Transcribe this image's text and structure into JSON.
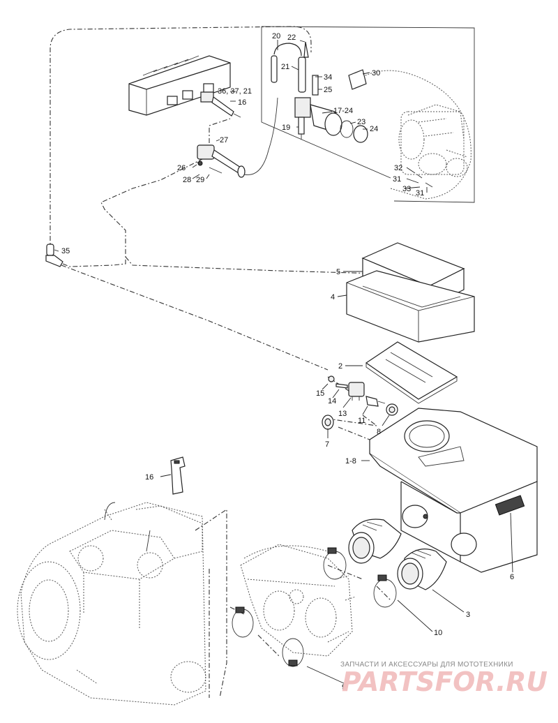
{
  "labels": {
    "l20": "20",
    "l22": "22",
    "l21a": "21",
    "l34": "34",
    "l30": "30",
    "l25": "25",
    "l36": "36, 37, 21",
    "l16a": "16",
    "l17": "17-24",
    "l23": "23",
    "l19": "19",
    "l24": "24",
    "l27": "27",
    "l26": "26",
    "l28": "28",
    "l29": "29",
    "l32": "32",
    "l31a": "31",
    "l33": "33",
    "l31b": "31",
    "l35": "35",
    "l5": "5",
    "l4": "4",
    "l2": "2",
    "l15": "15",
    "l14": "14",
    "l13": "13",
    "l11": "11",
    "l8": "8",
    "l7": "7",
    "l1": "1-8",
    "l16b": "16",
    "l6": "6",
    "l3": "3",
    "l10": "10",
    "l9": "9"
  },
  "watermark": {
    "tagline": "ЗАПЧАСТИ И АКСЕССУАРЫ ДЛЯ МОТОТЕХНИКИ",
    "brand": "PARTSFOR.RU"
  }
}
